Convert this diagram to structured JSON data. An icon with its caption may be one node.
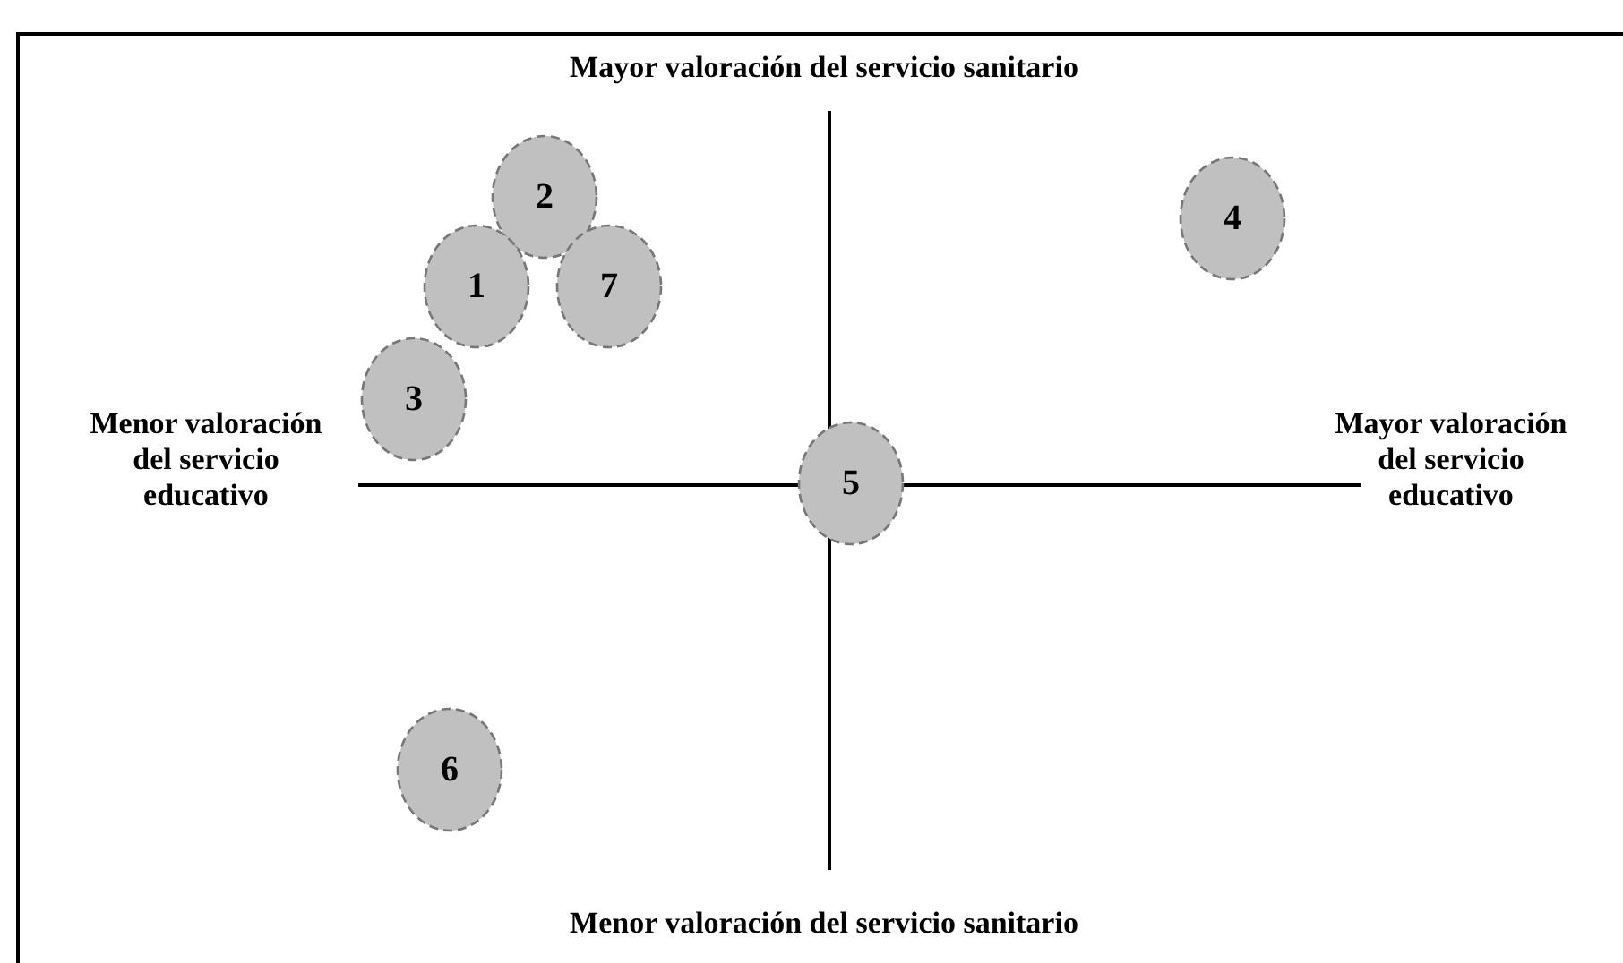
{
  "diagram": {
    "nodes": [
      {
        "text": [
          "2"
        ]
      },
      {
        "text": [
          "4"
        ]
      },
      {
        "text": [
          "1"
        ]
      },
      {
        "text": [
          "7"
        ]
      },
      {
        "text": [
          "3"
        ]
      },
      {
        "text": [
          "5"
        ]
      },
      {
        "text": [
          "6"
        ]
      }
    ],
    "labels": [
      "Mayor valoración del servicio sanitario",
      "Menor valoración del servicio educativo",
      "Mayor valoración del servicio educativo",
      "Menor valoración del servicio sanitario"
    ]
  }
}
